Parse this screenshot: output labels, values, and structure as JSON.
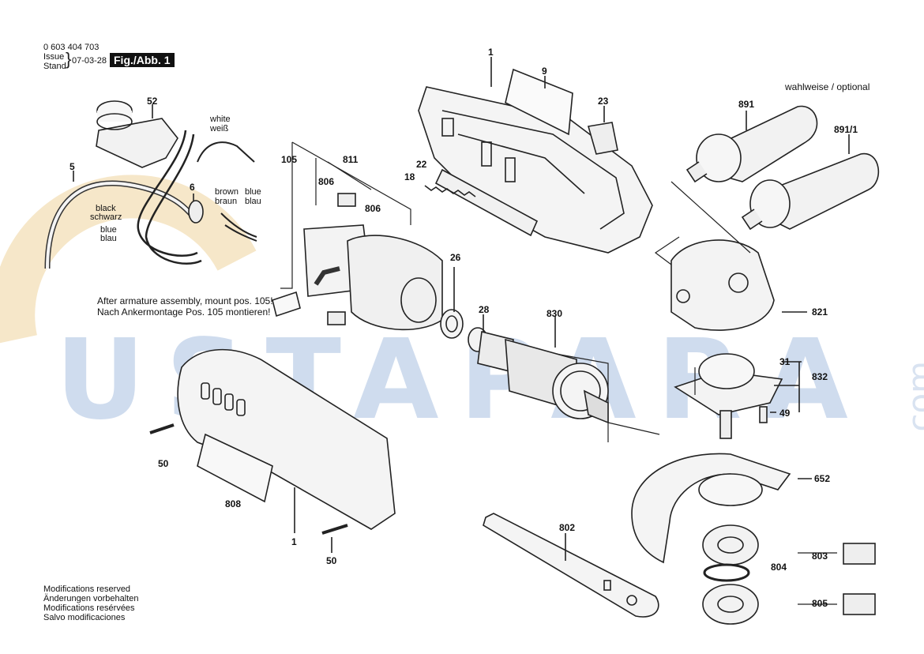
{
  "header": {
    "doc_number": "0 603 404 703",
    "issue_label": "Issue",
    "stand_label": "Stand",
    "date": "07-03-28",
    "figure": "Fig./Abb. 1"
  },
  "optional_note": "wahlweise / optional",
  "wire_labels": {
    "white": "white",
    "weiss": "weiß",
    "brown": "brown",
    "braun": "braun",
    "blue_top": "blue",
    "blau_top": "blau",
    "black": "black",
    "schwarz": "schwarz",
    "blue_left": "blue",
    "blau_left": "blau"
  },
  "assembly_note": {
    "en": "After armature assembly, mount pos. 105!",
    "de": "Nach Ankermontage Pos. 105 montieren!"
  },
  "footer": {
    "en": "Modifications reserved",
    "de": "Änderungen vorbehalten",
    "fr": "Modifications resérvées",
    "es": "Salvo modificaciones"
  },
  "watermark": {
    "text": "USTAPARA",
    "suffix": ".com"
  },
  "part_numbers": {
    "p1_top": "1",
    "p9": "9",
    "p23": "23",
    "p52": "52",
    "p891": "891",
    "p891_1": "891/1",
    "p5": "5",
    "p6": "6",
    "p105": "105",
    "p811": "811",
    "p806_a": "806",
    "p806_b": "806",
    "p22": "22",
    "p18": "18",
    "p26": "26",
    "p28": "28",
    "p830": "830",
    "p821": "821",
    "p31": "31",
    "p832": "832",
    "p49": "49",
    "p50_a": "50",
    "p808": "808",
    "p1_bottom": "1",
    "p50_b": "50",
    "p652": "652",
    "p802": "802",
    "p803": "803",
    "p804": "804",
    "p805": "805"
  }
}
